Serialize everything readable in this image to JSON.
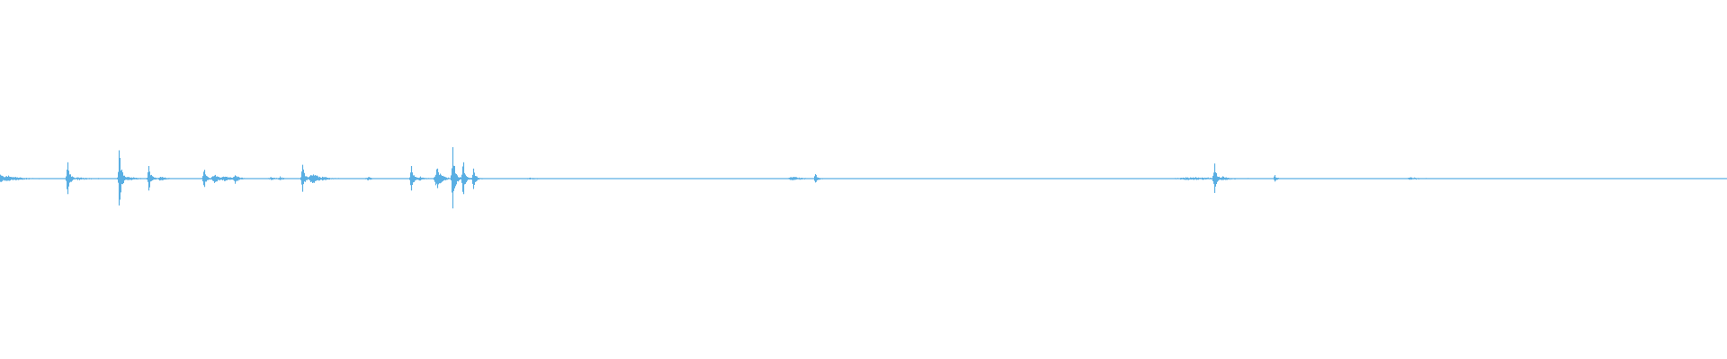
{
  "waveform": {
    "color": "#5aafe3",
    "baseline_level": 0.0,
    "peaks": [
      {
        "t": 0.0,
        "amp": 0.07,
        "w": 0.004
      },
      {
        "t": 0.004,
        "amp": 0.05,
        "w": 0.006
      },
      {
        "t": 0.008,
        "amp": 0.03,
        "w": 0.008
      },
      {
        "t": 0.039,
        "amp": 0.26,
        "w": 0.002
      },
      {
        "t": 0.046,
        "amp": 0.02,
        "w": 0.008
      },
      {
        "t": 0.069,
        "amp": 0.45,
        "w": 0.002
      },
      {
        "t": 0.074,
        "amp": 0.03,
        "w": 0.006
      },
      {
        "t": 0.086,
        "amp": 0.2,
        "w": 0.002
      },
      {
        "t": 0.093,
        "amp": 0.04,
        "w": 0.004
      },
      {
        "t": 0.118,
        "amp": 0.14,
        "w": 0.002
      },
      {
        "t": 0.124,
        "amp": 0.08,
        "w": 0.004
      },
      {
        "t": 0.13,
        "amp": 0.04,
        "w": 0.006
      },
      {
        "t": 0.136,
        "amp": 0.08,
        "w": 0.003
      },
      {
        "t": 0.157,
        "amp": 0.02,
        "w": 0.004
      },
      {
        "t": 0.162,
        "amp": 0.03,
        "w": 0.003
      },
      {
        "t": 0.175,
        "amp": 0.22,
        "w": 0.002
      },
      {
        "t": 0.181,
        "amp": 0.08,
        "w": 0.006
      },
      {
        "t": 0.187,
        "amp": 0.03,
        "w": 0.005
      },
      {
        "t": 0.213,
        "amp": 0.03,
        "w": 0.003
      },
      {
        "t": 0.238,
        "amp": 0.2,
        "w": 0.002
      },
      {
        "t": 0.243,
        "amp": 0.03,
        "w": 0.004
      },
      {
        "t": 0.253,
        "amp": 0.16,
        "w": 0.004
      },
      {
        "t": 0.262,
        "amp": 0.5,
        "w": 0.002
      },
      {
        "t": 0.268,
        "amp": 0.26,
        "w": 0.002
      },
      {
        "t": 0.274,
        "amp": 0.16,
        "w": 0.002
      },
      {
        "t": 0.307,
        "amp": 0.01,
        "w": 0.004
      },
      {
        "t": 0.459,
        "amp": 0.03,
        "w": 0.006
      },
      {
        "t": 0.472,
        "amp": 0.08,
        "w": 0.002
      },
      {
        "t": 0.69,
        "amp": 0.02,
        "w": 0.02
      },
      {
        "t": 0.703,
        "amp": 0.24,
        "w": 0.002
      },
      {
        "t": 0.708,
        "amp": 0.03,
        "w": 0.006
      },
      {
        "t": 0.738,
        "amp": 0.06,
        "w": 0.002
      },
      {
        "t": 0.817,
        "amp": 0.02,
        "w": 0.006
      }
    ]
  }
}
